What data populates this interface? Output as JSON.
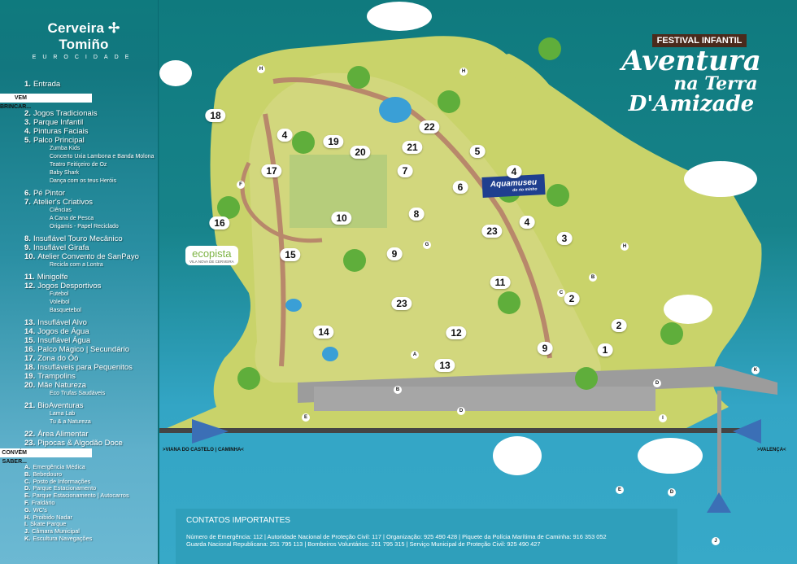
{
  "logo": {
    "name": "Cerveira ✢ Tomiño",
    "tagline": "EUROCIDADE"
  },
  "title": {
    "badge": "FESTIVAL INFANTIL",
    "line1": "Aventura",
    "line2": "na Terra",
    "line3": "D'Amizade"
  },
  "legend": {
    "entry": {
      "num": "1.",
      "label": "Entrada"
    },
    "section1": "VEM BRINCAR...",
    "items": [
      {
        "num": "2.",
        "label": "Jogos Tradicionais",
        "sub": []
      },
      {
        "num": "3.",
        "label": "Parque Infantil",
        "sub": []
      },
      {
        "num": "4.",
        "label": "Pinturas Faciais",
        "sub": []
      },
      {
        "num": "5.",
        "label": "Palco Principal",
        "sub": [
          "Zumba Kids",
          "Concerto Uxia Lambona e Banda Molona",
          "Teatro Feitiçeiro de Oz",
          "Baby Shark",
          "Dança com os teus Heróis"
        ]
      },
      {
        "num": "6.",
        "label": "Pé Pintor",
        "sub": []
      },
      {
        "num": "7.",
        "label": "Atelier's Criativos",
        "sub": [
          "Ciências",
          "A Cana de Pesca",
          "Origamis - Papel Reciclado"
        ]
      },
      {
        "num": "8.",
        "label": "Insuflável Touro Mecânico",
        "sub": []
      },
      {
        "num": "9.",
        "label": "Insuflável Girafa",
        "sub": []
      },
      {
        "num": "10.",
        "label": "Atelier Convento de SanPayo",
        "sub": [
          "Recicla com a Lontra"
        ]
      },
      {
        "num": "11.",
        "label": "Minigolfe",
        "sub": []
      },
      {
        "num": "12.",
        "label": "Jogos Desportivos",
        "sub": [
          "Futebol",
          "Voleibol",
          "Basquetebol"
        ]
      },
      {
        "num": "13.",
        "label": "Insuflável Alvo",
        "sub": []
      },
      {
        "num": "14.",
        "label": "Jogos de Água",
        "sub": []
      },
      {
        "num": "15.",
        "label": "Insuflável Água",
        "sub": []
      },
      {
        "num": "16.",
        "label": "Palco Mágico | Secundário",
        "sub": []
      },
      {
        "num": "17.",
        "label": "Zona do Óó",
        "sub": []
      },
      {
        "num": "18.",
        "label": "Insufláveis para Pequenitos",
        "sub": []
      },
      {
        "num": "19.",
        "label": "Trampolins",
        "sub": []
      },
      {
        "num": "20.",
        "label": "Mãe Natureza",
        "sub": [
          "Eco Trufas Saudáveis"
        ]
      },
      {
        "num": "21.",
        "label": "BioAventuras",
        "sub": [
          "Lama Lab",
          "Tu & a Natureza"
        ]
      },
      {
        "num": "22.",
        "label": "Área Alimentar",
        "sub": []
      },
      {
        "num": "23.",
        "label": "Pipocas & Algodão Doce",
        "sub": []
      }
    ],
    "section2": "CONVÉM SABER...",
    "services": [
      {
        "num": "A.",
        "label": "Emergência Médica"
      },
      {
        "num": "B.",
        "label": "Bebedouro"
      },
      {
        "num": "C.",
        "label": "Posto de Informações"
      },
      {
        "num": "D.",
        "label": "Parque Estacionamento"
      },
      {
        "num": "E.",
        "label": "Parque Estacionamento | Autocarros"
      },
      {
        "num": "F.",
        "label": "Fraldário"
      },
      {
        "num": "G.",
        "label": "WC's"
      },
      {
        "num": "H.",
        "label": "Proibido Nadar"
      },
      {
        "num": "I.",
        "label": "Skate Parque"
      },
      {
        "num": "J.",
        "label": "Câmara Municipal"
      },
      {
        "num": "K.",
        "label": "Escultura Navegações"
      }
    ]
  },
  "map": {
    "places": {
      "aquamuseu": "Aquamuseu",
      "aquamuseu_sub": "do rio minho",
      "ecopista": "ecopista",
      "ecopista_sub": "VILA NOVA DE CERVEIRA",
      "west": ">VIANA DO CASTELO | CAMINHA<",
      "east": ">VALENÇA<"
    },
    "markers": [
      "18",
      "4",
      "19",
      "20",
      "21",
      "22",
      "5",
      "4",
      "7",
      "6",
      "17",
      "8",
      "10",
      "16",
      "23",
      "4",
      "3",
      "15",
      "9",
      "11",
      "2",
      "2",
      "23",
      "12",
      "14",
      "9",
      "1",
      "13"
    ],
    "letters": [
      "H",
      "H",
      "H",
      "A",
      "B",
      "B",
      "C",
      "D",
      "D",
      "E",
      "E",
      "D",
      "F",
      "G",
      "I",
      "J",
      "K"
    ]
  },
  "contacts": {
    "heading": "CONTATOS IMPORTANTES",
    "line1": "Número de Emergência: 112 | Autoridade Nacional de Proteção Civil: 117 | Organização: 925 490 428 | Piquete da Polícia Marítima de Caminha: 916 353 052",
    "line2": "Guarda Nacional Republicana: 251 795 113 | Bombeiros Voluntários: 251 795 315 | Serviço Municipal de Proteção Civil: 925 490 427"
  }
}
